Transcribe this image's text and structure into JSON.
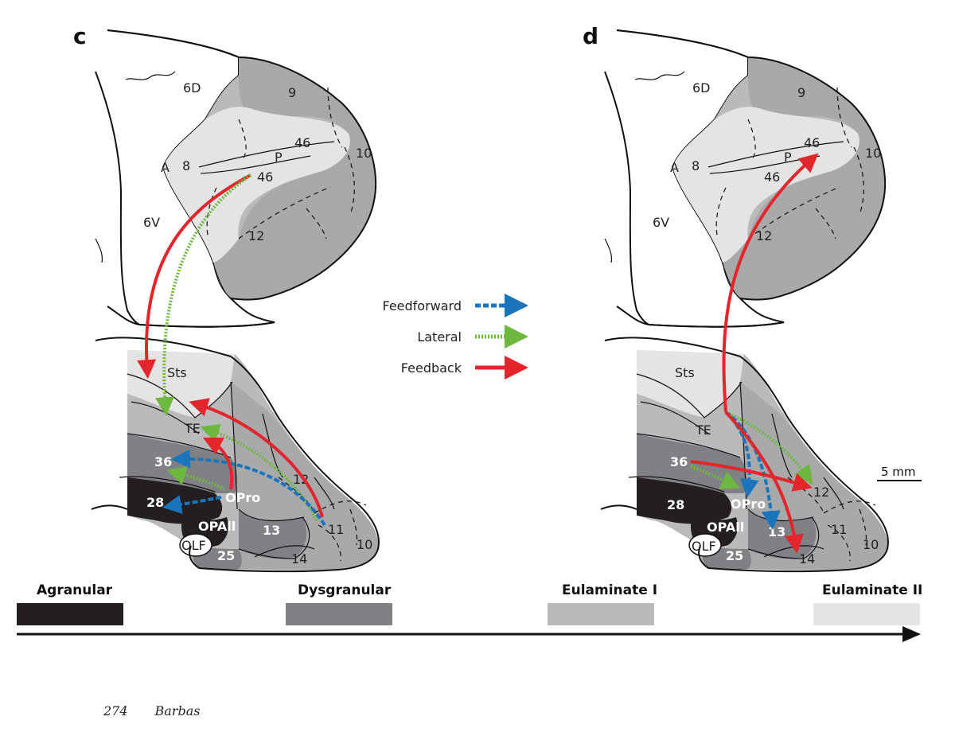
{
  "panels": [
    {
      "letter": "c",
      "labels": {
        "sixD": "6D",
        "nine": "9",
        "p46": "46",
        "ten": "10",
        "a": "A",
        "eight": "8",
        "p": "P",
        "a46": "46",
        "sixV": "6V",
        "twelve_top": "12",
        "sts": "Sts",
        "te": "TE",
        "thirtysix": "36",
        "twelve": "12",
        "twentyeight": "28",
        "opro": "OPro",
        "opall": "OPAll",
        "thirteen": "13",
        "eleven": "11",
        "olf": "OLF",
        "ten_b": "10",
        "twentyfive": "25",
        "fourteen": "14"
      }
    },
    {
      "letter": "d",
      "labels": {
        "sixD": "6D",
        "nine": "9",
        "p46": "46",
        "ten": "10",
        "a": "A",
        "eight": "8",
        "p": "P",
        "a46": "46",
        "sixV": "6V",
        "twelve_top": "12",
        "sts": "Sts",
        "te": "TE",
        "thirtysix": "36",
        "twelve": "12",
        "twentyeight": "28",
        "opro": "OPro",
        "opall": "OPAll",
        "thirteen": "13",
        "eleven": "11",
        "olf": "OLF",
        "ten_b": "10",
        "twentyfive": "25",
        "fourteen": "14"
      }
    }
  ],
  "legend": [
    {
      "label": "Feedforward",
      "color": "#1b75bc",
      "style": "dashed"
    },
    {
      "label": "Lateral",
      "color": "#6fb83f",
      "style": "dotted"
    },
    {
      "label": "Feedback",
      "color": "#e3262c",
      "style": "solid"
    }
  ],
  "scale_bar": {
    "label": "5 mm"
  },
  "gradient": [
    {
      "label": "Agranular",
      "color": "#231f20"
    },
    {
      "label": "Dysgranular",
      "color": "#808184"
    },
    {
      "label": "Eulaminate I",
      "color": "#b9babc"
    },
    {
      "label": "Eulaminate II",
      "color": "#e4e4e5"
    }
  ],
  "footer": {
    "page_number": "274",
    "author": "Barbas"
  },
  "colors": {
    "agranular": "#231f20",
    "dysgranular": "#808184",
    "eulaminate_i": "#b9babc",
    "eulaminate_ii": "#e4e4e5",
    "feedforward": "#1b75bc",
    "lateral": "#6fb83f",
    "feedback": "#e3262c"
  }
}
